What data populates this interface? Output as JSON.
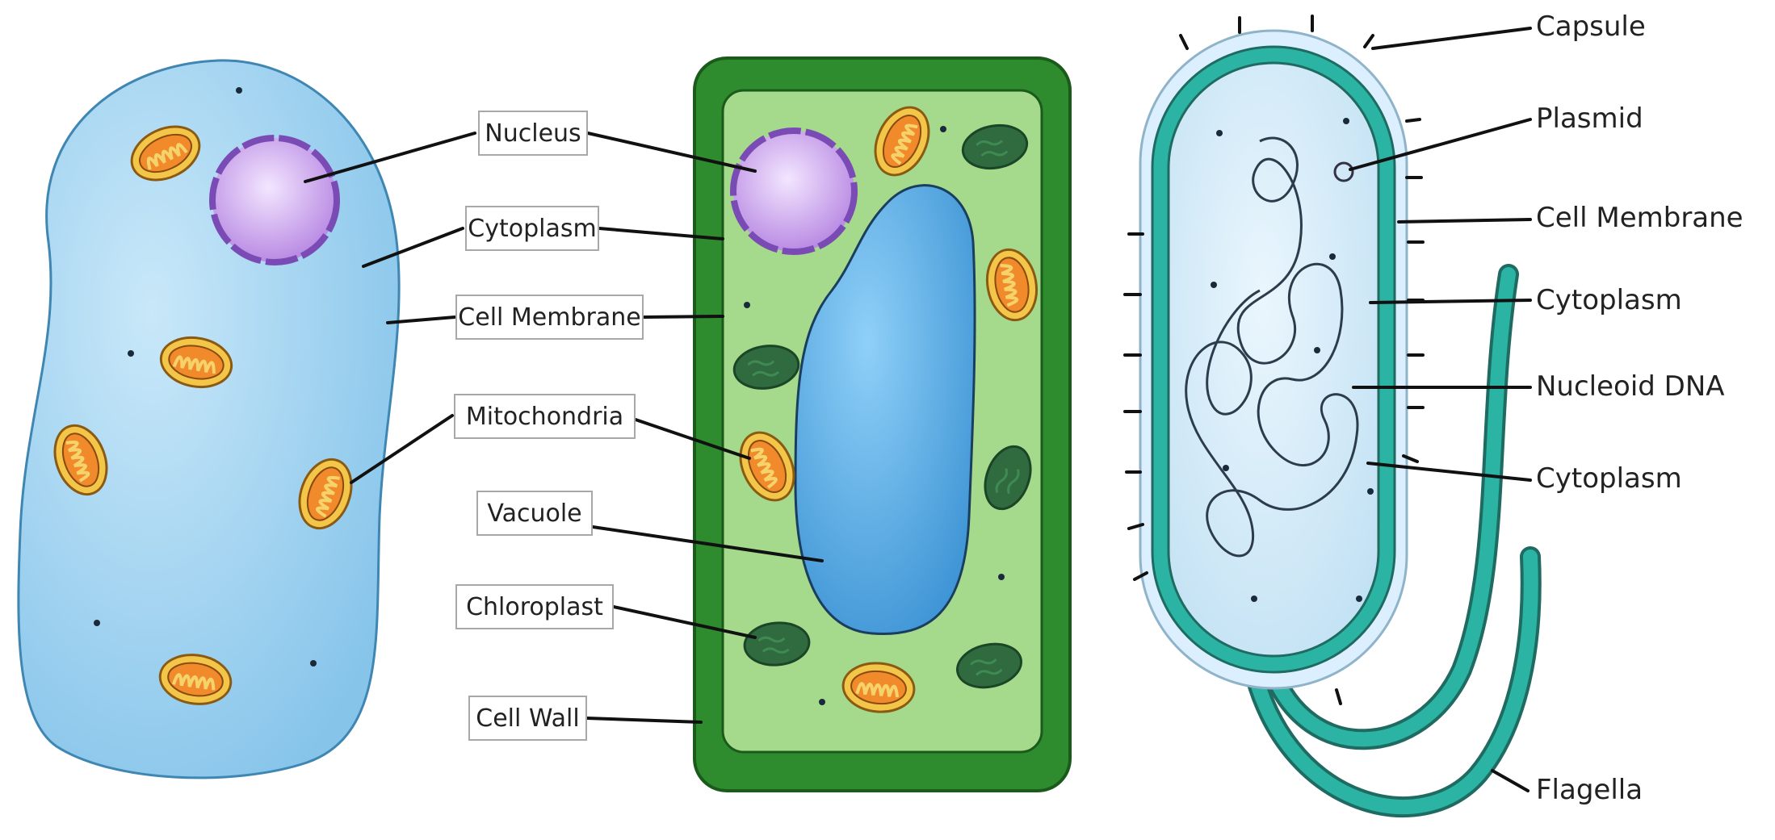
{
  "animal_plant_labels": {
    "nucleus": "Nucleus",
    "cytoplasm": "Cytoplasm",
    "cell_membrane": "Cell Membrane",
    "mitochondria": "Mitochondria",
    "vacuole": "Vacuole",
    "chloroplast": "Chloroplast",
    "cell_wall": "Cell Wall"
  },
  "bacterial_labels": {
    "capsule": "Capsule",
    "plasmid": "Plasmid",
    "cell_membrane": "Cell Membrane",
    "cytoplasm_upper": "Cytoplasm",
    "nucleoid_dna": "Nucleoid DNA",
    "cytoplasm_lower": "Cytoplasm",
    "flagella": "Flagella"
  },
  "colors": {
    "animal_cell": "#a9d6f0",
    "animal_cell_edge": "#3f86b3",
    "nucleus": "#c89be8",
    "nucleus_edge": "#7a4bb5",
    "mitochondria": "#f2c44a",
    "mitochondria_inner": "#e07a1f",
    "plant_wall": "#2e8b2e",
    "plant_cytoplasm": "#a5d98c",
    "vacuole": "#5aa9e6",
    "chloroplast": "#2f6b3e",
    "bacteria_capsule": "#dcefff",
    "bacteria_membrane": "#2bb3a3",
    "bacteria_cytoplasm": "#cfe9f7",
    "flagella": "#2a9d8f"
  }
}
